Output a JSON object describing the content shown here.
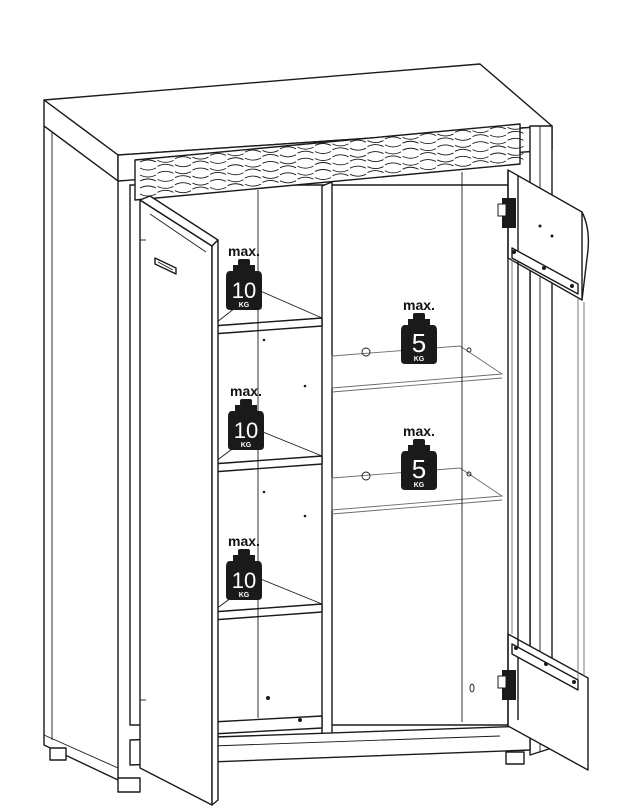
{
  "weight_badges": [
    {
      "id": "left-shelf-top",
      "max_label": "max.",
      "value": "10",
      "unit": "KG"
    },
    {
      "id": "left-shelf-middle",
      "max_label": "max.",
      "value": "10",
      "unit": "KG"
    },
    {
      "id": "left-shelf-bottom",
      "max_label": "max.",
      "value": "10",
      "unit": "KG"
    },
    {
      "id": "glass-shelf-upper",
      "max_label": "max.",
      "value": "5",
      "unit": "KG"
    },
    {
      "id": "glass-shelf-lower",
      "max_label": "max.",
      "value": "5",
      "unit": "KG"
    }
  ],
  "icons": [
    "weight-icon",
    "hinge-icon",
    "handle-icon",
    "shelf-support-icon"
  ],
  "colors": {
    "line": "#1a1a1a",
    "weight_fill": "#1a1a1a",
    "background": "#ffffff"
  }
}
